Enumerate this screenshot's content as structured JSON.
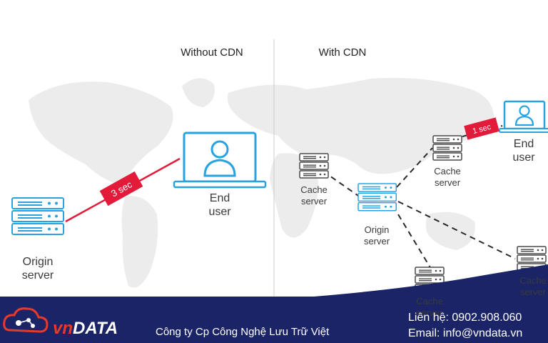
{
  "panels": {
    "left_title": "Without CDN",
    "right_title": "With CDN"
  },
  "left": {
    "end_user_label": "End\nuser",
    "origin_label": "Origin\nserver",
    "latency_label": "3 sec"
  },
  "right": {
    "cache_label": "Cache\nserver",
    "origin_label": "Origin\nserver",
    "end_user_label": "End\nuser",
    "latency_label": "1 sec"
  },
  "footer": {
    "logo_text_vn": "vn",
    "logo_text_data": "DATA",
    "company_name": "Công ty Cp Công Nghệ Lưu Trữ Việt",
    "contact_phone": "Liên hệ: 0902.908.060",
    "contact_email": "Email: info@vndata.vn"
  },
  "colors": {
    "accent_blue": "#29a3e0",
    "line_red": "#e21b3a",
    "footer_navy": "#1a2466",
    "logo_red": "#e8392a"
  }
}
